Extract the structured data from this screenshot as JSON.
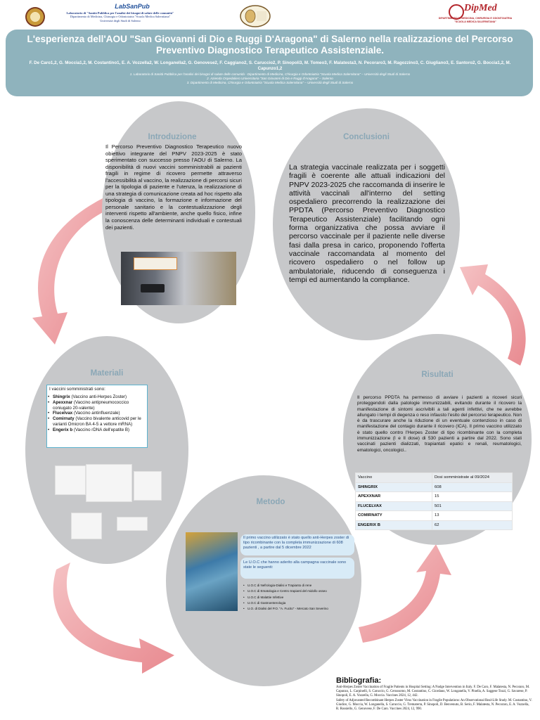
{
  "header": {
    "lab_logo_text": "LabSanPub",
    "lab_lines": [
      "Laboratorio di \"Sanità Pubblica per l'analisi dei bisogni di salute delle comunità\"",
      "Dipartimento di Medicina, Chirurgia e Odontoiatria \"Scuola Medica Salernitana\"",
      "Università degli Studi di Salerno"
    ],
    "dip_name": "DipMed",
    "dip_lines": [
      "DIPARTIMENTO DI MEDICINA, CHIRURGIA E ODONTOIATRIA",
      "\"SCUOLA MEDICA SALERNITANA\""
    ]
  },
  "banner": {
    "title": "L'esperienza dell'AOU \"San Giovanni di Dio e Ruggi D'Aragona\" di Salerno nella realizzazione del Percorso Preventivo Diagnostico Terapeutico Assistenziale.",
    "authors": "F. De Caro1,2, G. Moccia1,2, M. Costantino1, E. A. Vozzella2, W. Longanella2, G. Genovese2, F. Caggiano2, S. Caruccio2, P. Sinopoli3, M. Tomeo3, F. Malatesta3, N. Pecoraro3, M. Ragozzino3, C. Giugliano3, E. Santoro2, G. Boccia1,2, M. Capunzo1,2",
    "affiliations": [
      "1.    Laboratorio di Sanità Pubblica per l'analisi dei bisogni di salute delle comunità - Dipartimento di Medicina, Chirurgia e Odontoiatria \"Scuola Medica Salernitana\" – Università degli Studi di Salerno",
      "2.    Azienda Ospedaliero Universitaria \"San Giovanni di Dio e Ruggi d'Aragona\" – Salerno",
      "3.    Dipartimento di Medicina, Chirurgia e Odontoiatria \"Scuola Medica Salernitana\" – Università degli Studi di Salerno"
    ]
  },
  "introduzione": {
    "title": "Introduzione",
    "text": "Il Percorso Preventivo Diagnostico Terapeutico nuovo obiettivo integrante del PNPV 2023-2025 è stato sperimentato con successo presso l'AOU di Salerno. La disponibilità di nuovi vaccini somministrabili ai pazienti fragili in regime di ricovero permette attraverso l'accessibilità al vaccino, la realizzazione di percorsi sicuri per la tipologia di paziente e l'utenza, la realizzazione di una strategia di comunicazione creata ad hoc rispetto alla tipologia di vaccino, la formazione e informazione del personale sanitario e la contestualizzazione degli interventi rispetto all'ambiente, anche quello fisico, infine la conoscenza delle determinanti individuali e contestuali dei pazienti."
  },
  "conclusioni": {
    "title": "Conclusioni",
    "text": "La strategia vaccinale realizzata per i soggetti fragili è coerente alle attuali indicazioni del PNPV 2023-2025 che raccomanda di inserire le attività vaccinali all'interno del setting ospedaliero precorrendo la realizzazione dei PPDTA (Percorso Preventivo Diagnostico Terapeutico Assistenziale) facilitando ogni forma organizzativa che possa avviare il percorso vaccinale per il paziente nelle diverse fasi dalla presa in carico, proponendo l'offerta vaccinale raccomandata al momento del ricovero ospedaliero o nel follow up ambulatoriale, riducendo di conseguenza i tempi ed aumentando la compliance."
  },
  "materiali": {
    "title": "Materiali",
    "intro": "I vaccini somministrati sono:",
    "items": [
      {
        "name": "Shingrix",
        "desc": " (Vaccino anti-Herpes Zoster)"
      },
      {
        "name": "Apexxnar",
        "desc": " (Vaccino antipneumococcico coniugato 20-valente)"
      },
      {
        "name": "Flucelvax",
        "desc": " (Vaccino antinfluenzale)"
      },
      {
        "name": "Comirnaty",
        "desc": " (Vaccino bivalente anticovid per le varianti Omicron BA 4-5 a vettore mRNA)"
      },
      {
        "name": "Engerix b",
        "desc": " (Vaccino rDNA dell'epatite B)"
      }
    ]
  },
  "risultati": {
    "title": "Risultati",
    "text": "Il percorso PPDTA ha permesso di avviare i pazienti a ricoveri sicuri proteggendoli dalla patologie immunizzabili, evitando durante il ricovero la manifestazione di sintomi ascrivibili a tali agenti infettivi, che ne avrebbe allungato i tempi di degenza o reso infausto l'esito del percorso terapeutico. Non è da trascurare anche la riduzione di un eventuale contenzioso in caso di manifestazione del contagio durante il ricovero (ICA). Il primo vaccino utilizzato è stato quello contro l'Herpes Zoster di tipo ricombinante con la completa immunizzazione (I e II dose) di 530 pazienti a partire dal 2022. Sono stati vaccinati pazienti dializzati, trapiantati epatici e renali, reumatologici, ematologici, oncologici..",
    "table": {
      "headers": [
        "Vaccino",
        "Dosi somministrate al 09/2024"
      ],
      "rows": [
        [
          "SHINGRIX",
          "608"
        ],
        [
          "APEXXNAR",
          "15"
        ],
        [
          "FLUCELVAX",
          "501"
        ],
        [
          "COMIRNATY",
          "13"
        ],
        [
          "ENGERIX B",
          "62"
        ]
      ]
    }
  },
  "metodo": {
    "title": "Metodo",
    "box1": "Il primo vaccino utilizzato è stato quello anti-Herpes zoster di tipo ricombinante con la completa immunizzazione di 608 pazienti , a partire dal 5 dicembre 2022",
    "box2": "Le U.O.C che hanno aderito alla campagna vaccinale sono state le seguenti:",
    "units": [
      "U.O.C di Nefrologia-Dialisi e Trapianto di rene",
      "U.O.C di Ematologia e Centro trapianti del midollo osseo",
      "U.O.C di Malattie Infettive",
      "U.O.C di Gastroenterologia",
      "U.O. di Dialisi del P.O. \"A. Fucito\" - Mercato San Severino"
    ]
  },
  "bibliografia": {
    "title": "Bibliografia:",
    "refs": [
      "Anti-Herpes Zoster Vaccination of Fragile Patients in Hospital Setting: A Nudge Intervention in Italy. F. De Caro, F. Malatesta, N. Pecoraro, M. Capunzo, L. Carpinelli, S. Caruccio, G. Cerussomo, M. Costantino, C. Giordano, W. Longanella, V. Pinella, A. Saggese Tozzi, G. Savarese, P. Sinopoli, E. A. Vozzella, G. Moccia. Vaccines 2024, 12, 442.",
      "Safety of Adjuvanted Recombinant Herpes Zoster Virus Vaccination in Fragile Populations: An Observational Real-Life Study. M. Costantino, V. Giudice, G. Moccia, W. Longanella, S. Caruccio, G. Trematerra, P. Sinopoli, D. Benvenuto, B. Serio, F. Malatesta, N. Pecoraro, E. A. Vozzella, R. Rossiello, G. Genovese, F. De Caro. Vaccines 2024, 12, 990."
    ]
  },
  "colors": {
    "banner": "#8fb3bd",
    "circle": "#c7c8ca",
    "section_title": "#8aa7b6",
    "arrow": "#f0a8ac",
    "box_border": "#5bb3cf"
  }
}
